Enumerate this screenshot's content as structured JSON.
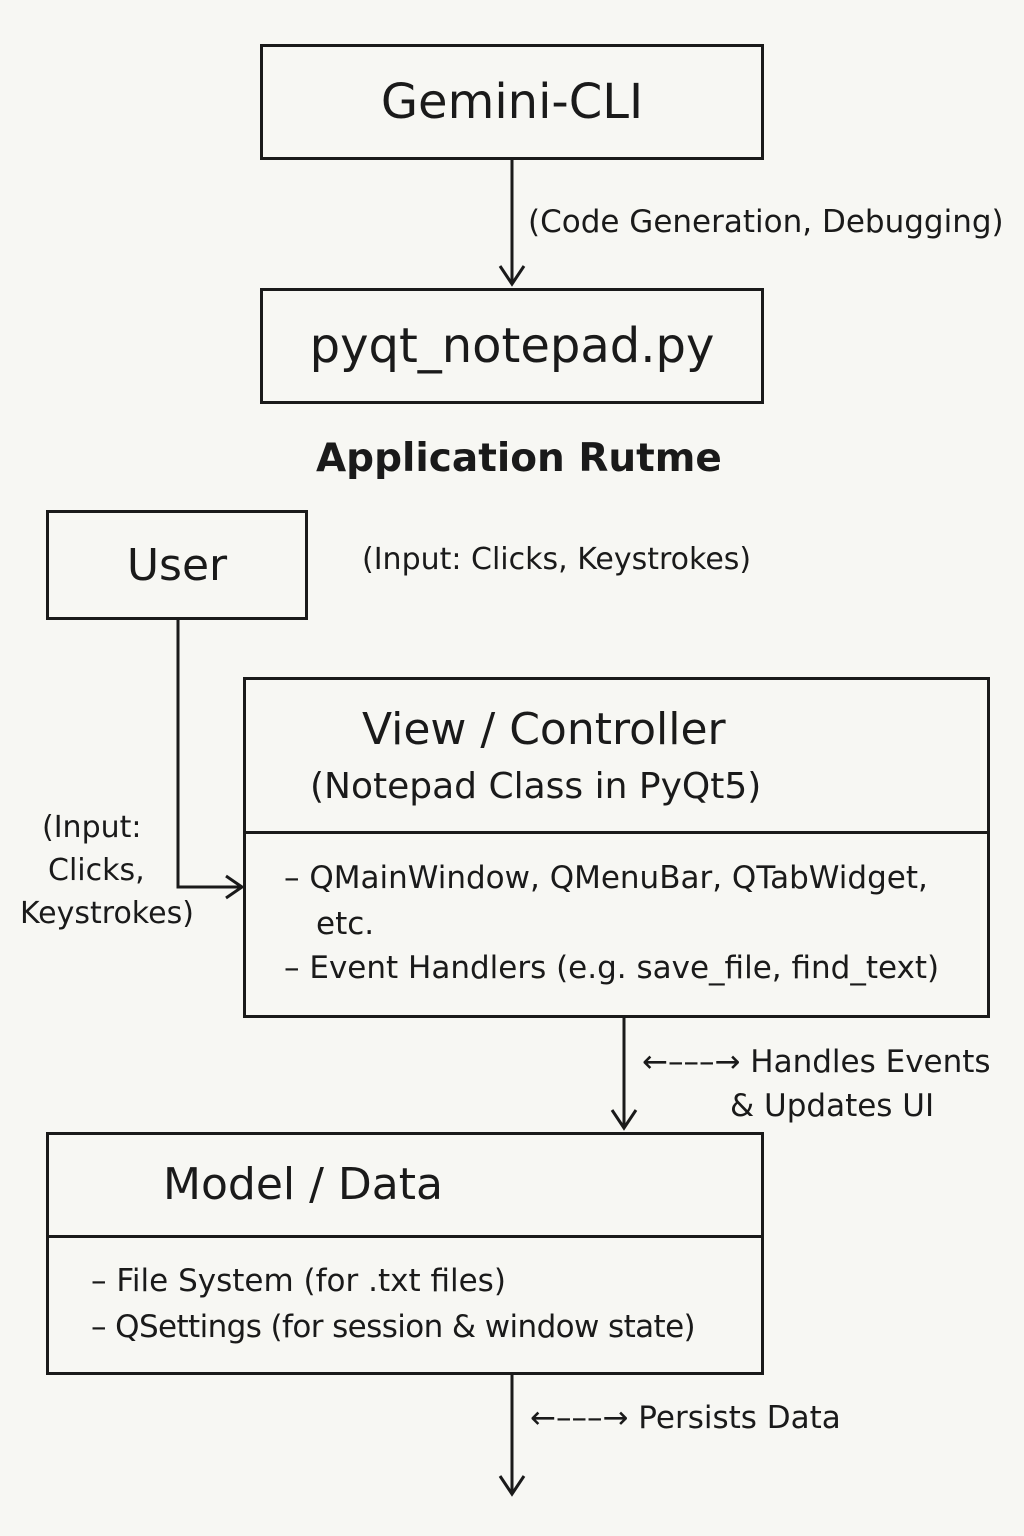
{
  "gemini_box": {
    "label": "Gemini-CLI"
  },
  "gemini_arrow_label": "(Code Generation, Debugging)",
  "script_box": {
    "label": "pyqt_notepad.py"
  },
  "runtime_heading": "Application Rutme",
  "user_box": {
    "label": "User"
  },
  "user_input_note": "(Input: Clicks, Keystrokes)",
  "user_arrow_label": [
    "(Input:",
    "Clicks,",
    "Keystrokes)"
  ],
  "view_box": {
    "title": "View / Controller",
    "subtitle": "(Notepad Class in PyQt5)",
    "items": [
      "– QMainWindow, QMenuBar, QTabWidget,",
      "etc.",
      "– Event Handlers (e.g. save_file, find_text)"
    ]
  },
  "view_arrow_label": [
    "←–––→ Handles Events",
    "& Updates UI"
  ],
  "model_box": {
    "title": "Model / Data",
    "items": [
      "– File System (for .txt files)",
      "– QSettings (for session & window state)"
    ]
  },
  "model_arrow_label": "←–––→ Persists Data"
}
